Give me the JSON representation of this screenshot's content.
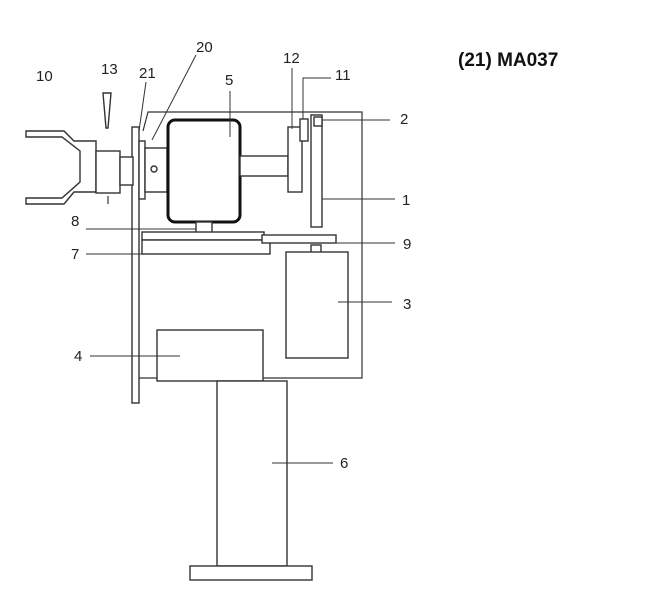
{
  "document_id": "(21) MA037",
  "labels": {
    "n1": "1",
    "n2": "2",
    "n3": "3",
    "n4": "4",
    "n5": "5",
    "n6": "6",
    "n7": "7",
    "n8": "8",
    "n9": "9",
    "n10": "10",
    "n11": "11",
    "n12": "12",
    "n13": "13",
    "n20": "20",
    "n21": "21"
  }
}
